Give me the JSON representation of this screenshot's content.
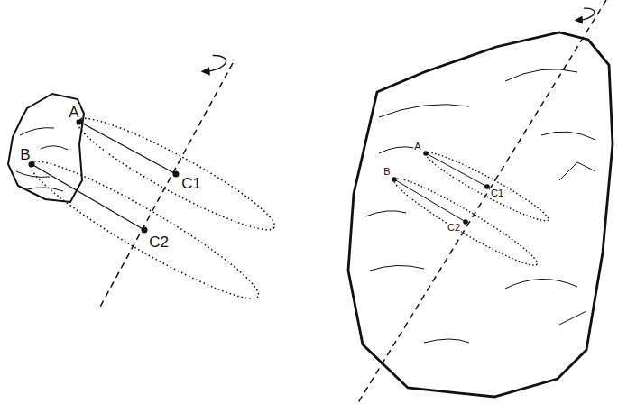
{
  "diagram": {
    "labels": [
      "A",
      "B",
      "C1",
      "C2",
      "A",
      "B",
      "C1",
      "C2"
    ]
  }
}
